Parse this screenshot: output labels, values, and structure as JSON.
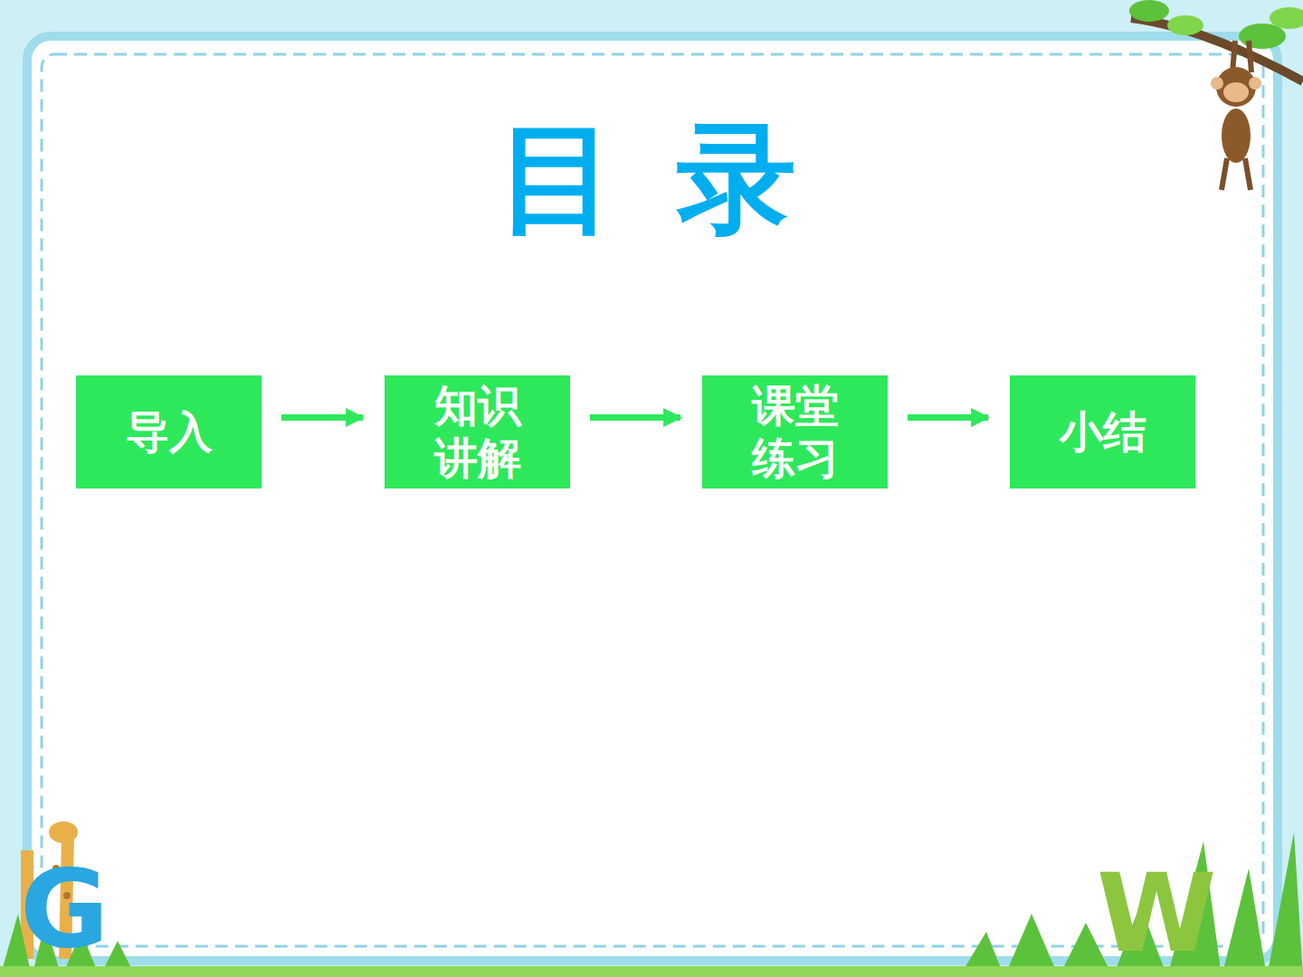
{
  "diagram": {
    "title": "目 录",
    "nodes": [
      {
        "text": [
          "导入"
        ]
      },
      {
        "text": [
          "知识 讲解"
        ]
      },
      {
        "text": [
          "课堂 练习"
        ]
      },
      {
        "text": [
          "小结"
        ]
      }
    ],
    "edges": [
      {
        "from": 0,
        "to": 1,
        "arrow": "to"
      },
      {
        "from": 1,
        "to": 2,
        "arrow": "to"
      },
      {
        "from": 2,
        "to": 3,
        "arrow": "to"
      }
    ],
    "labels": [
      "G",
      "W"
    ]
  }
}
